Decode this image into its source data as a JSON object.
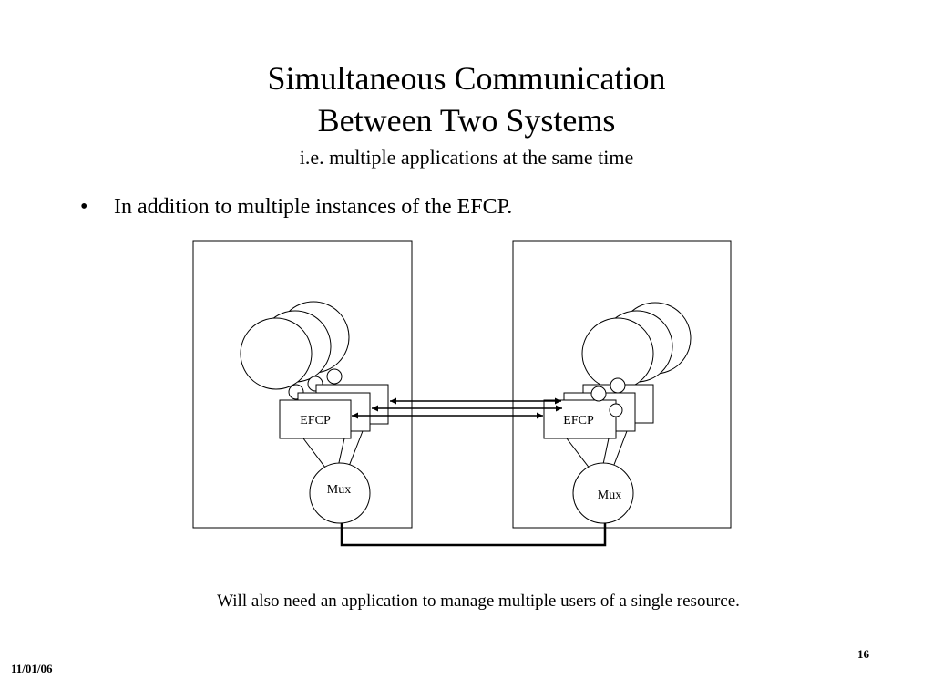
{
  "slide": {
    "title_line1": "Simultaneous Communication",
    "title_line2": "Between Two Systems",
    "subtitle": "i.e. multiple applications at the same time",
    "bullet_marker": "•",
    "bullet": "In addition to multiple instances of the EFCP.",
    "note": "Will also need an application to manage multiple users of a single resource.",
    "date": "11/01/06",
    "page_number": "16"
  },
  "diagram": {
    "left_system": {
      "efcp_label": "EFCP",
      "mux_label": "Mux"
    },
    "right_system": {
      "efcp_label": "EFCP",
      "mux_label": "Mux"
    }
  }
}
